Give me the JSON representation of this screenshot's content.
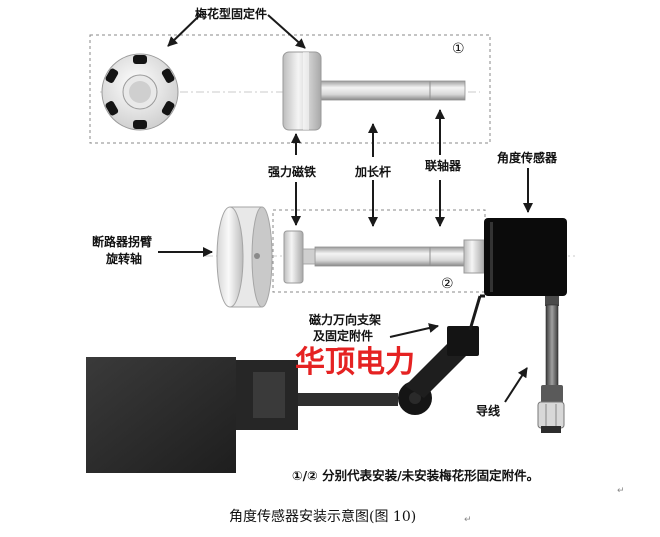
{
  "labels": {
    "plum_fixture": "梅花型固定件",
    "magnet": "强力磁铁",
    "extension_rod": "加长杆",
    "coupling": "联轴器",
    "angle_sensor": "角度传感器",
    "breaker_arm_line1": "断路器拐臂",
    "breaker_arm_line2": "旋转轴",
    "bracket_line1": "磁力万向支架",
    "bracket_line2": "及固定附件",
    "wire": "导线"
  },
  "markers": {
    "one": "①",
    "two": "②"
  },
  "brand": "华顶电力",
  "note": "①/② 分别代表安装/未安装梅花形固定附件。",
  "caption": "角度传感器安装示意图(图 10)",
  "para_mark": "↵",
  "colors": {
    "dark_body": "#2b2b2b",
    "sensor_black": "#0b0b0b",
    "metal_light": "#e4e4e4",
    "brand_red": "#e52222"
  }
}
